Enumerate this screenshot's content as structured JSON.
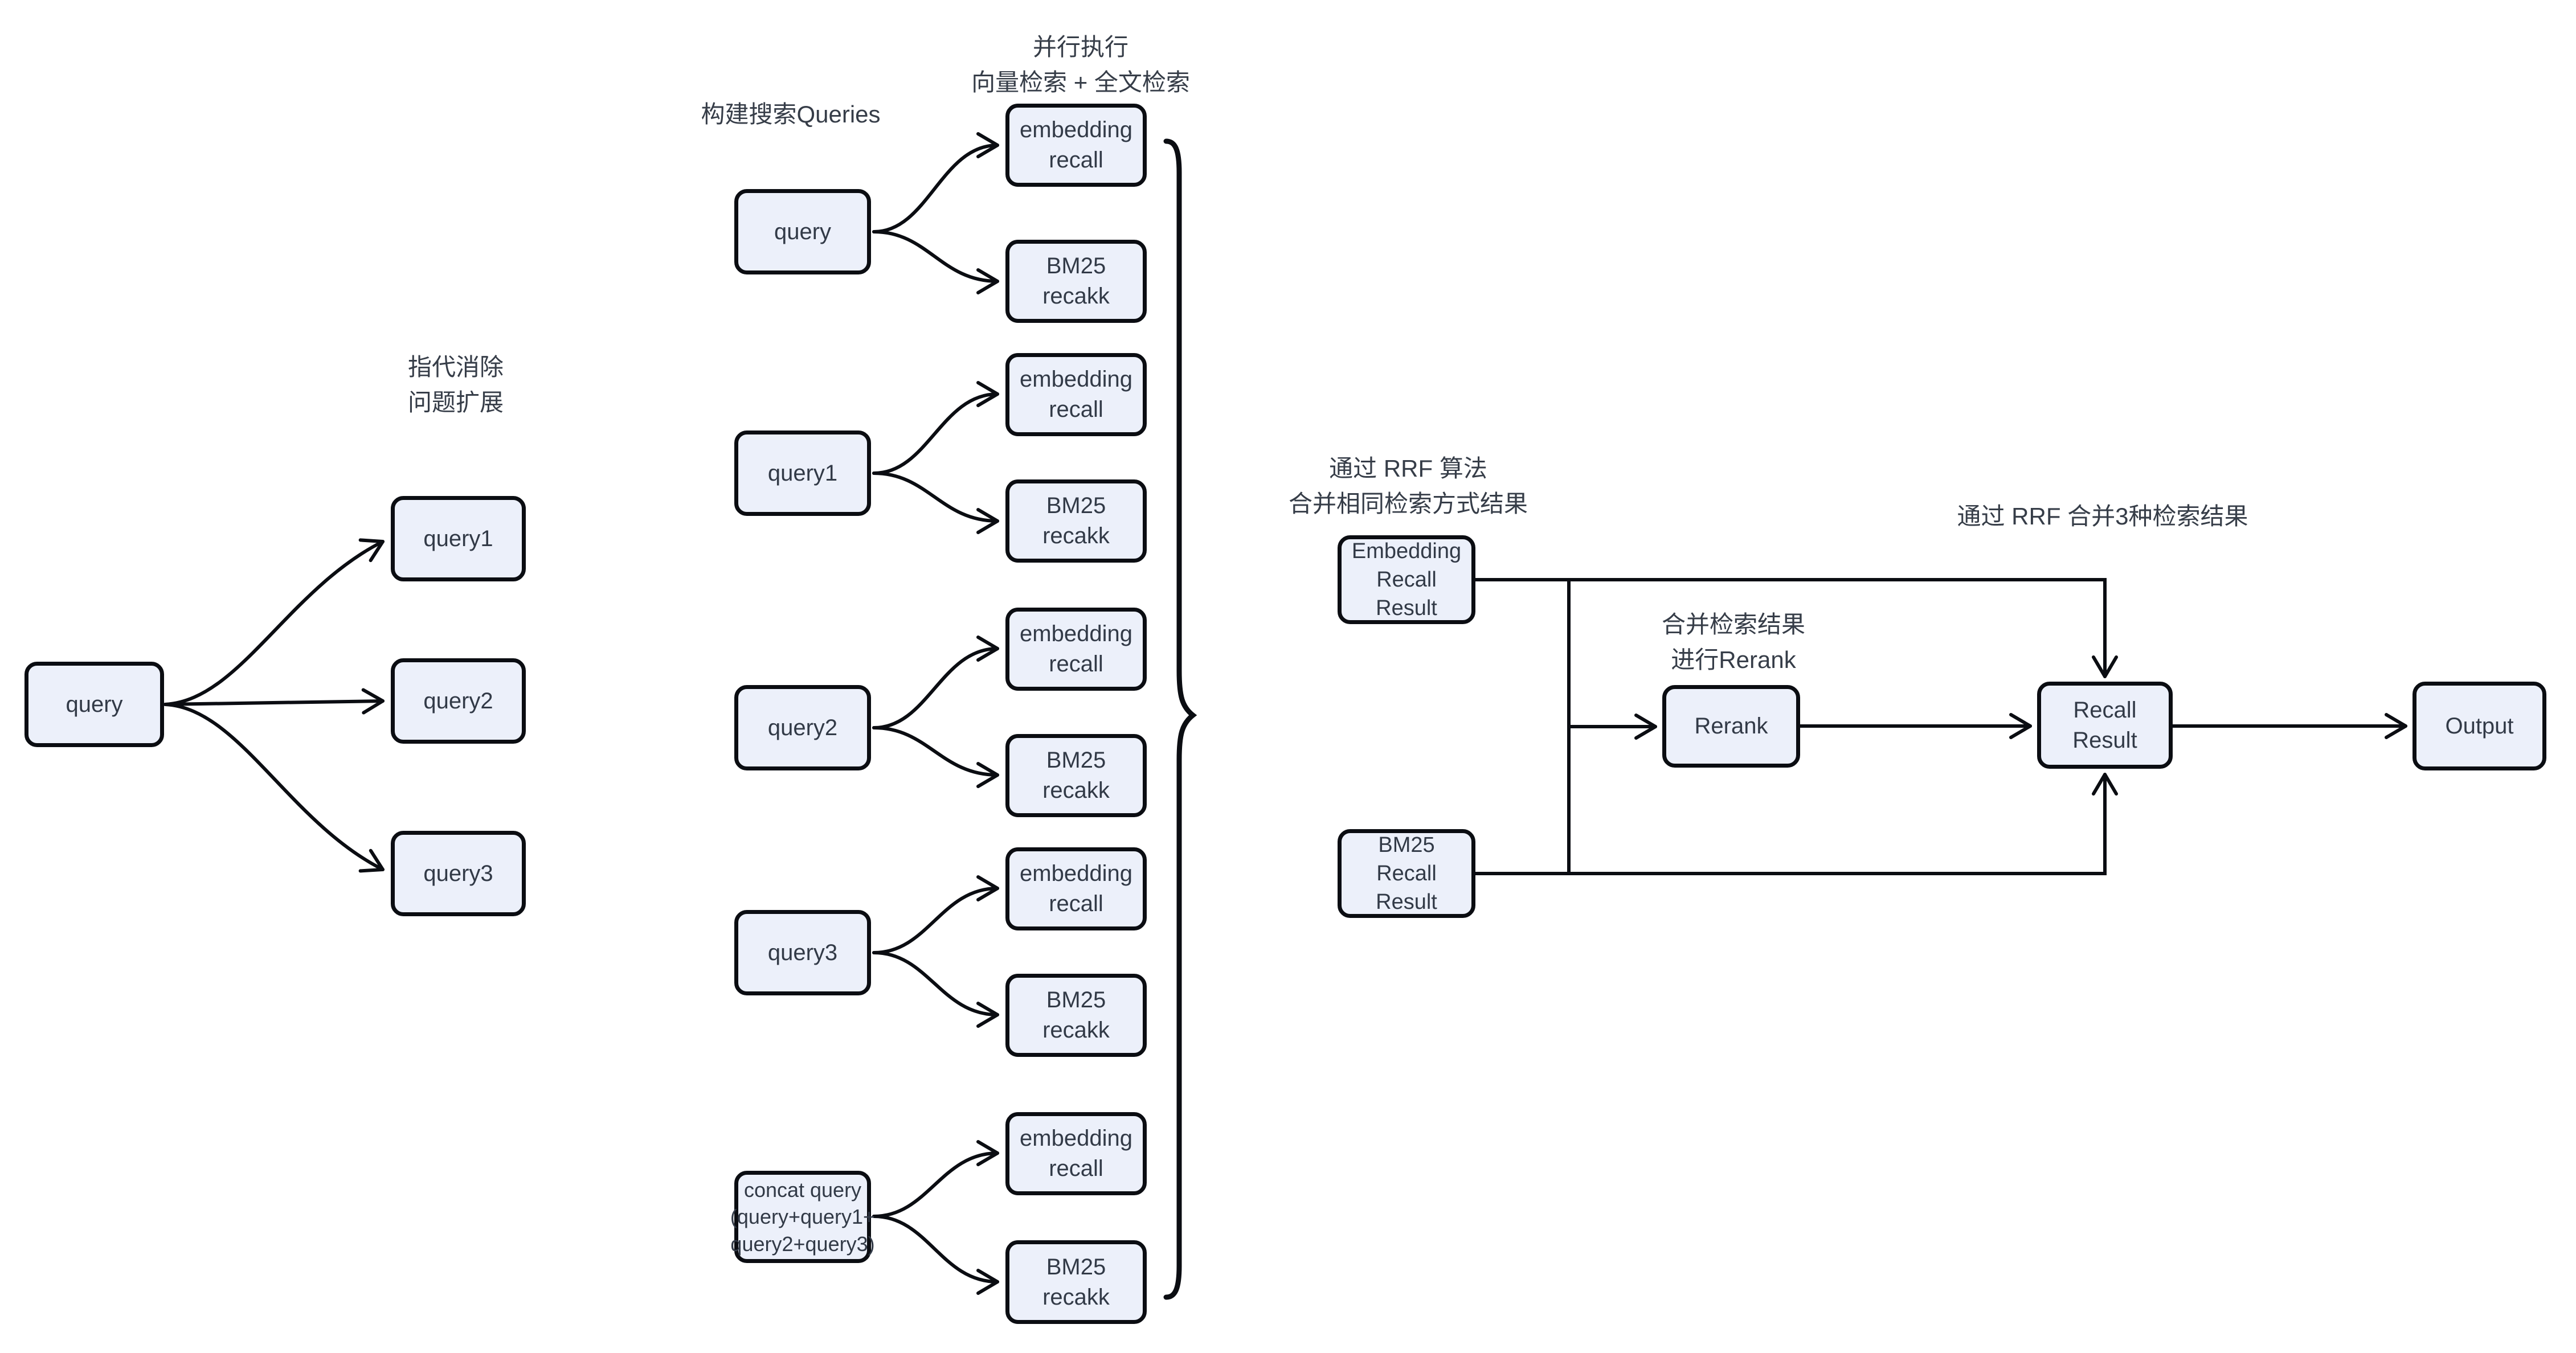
{
  "colors": {
    "background": "#ffffff",
    "node_fill": "#ecf0fa",
    "node_border": "#0b0d12",
    "node_text": "#323a47",
    "annotation_text": "#363d48",
    "connector": "#0b0d12"
  },
  "annotations": {
    "coref_expansion": "指代消除\n问题扩展",
    "build_queries": "构建搜索Queries",
    "parallel_exec": "并行执行\n向量检索 + 全文检索",
    "rrf_merge_same": "通过 RRF 算法\n合并相同检索方式结果",
    "merge_rerank": "合并检索结果\n进行Rerank",
    "rrf_merge_three": "通过 RRF 合并3种检索结果"
  },
  "expansion_flow": {
    "query": "query",
    "query1": "query1",
    "query2": "query2",
    "query3": "query3"
  },
  "retrieval_groups": [
    {
      "query": "query",
      "embedding": "embedding\nrecall",
      "bm25": "BM25\nrecakk"
    },
    {
      "query": "query1",
      "embedding": "embedding\nrecall",
      "bm25": "BM25\nrecakk"
    },
    {
      "query": "query2",
      "embedding": "embedding\nrecall",
      "bm25": "BM25\nrecakk"
    },
    {
      "query": "query3",
      "embedding": "embedding\nrecall",
      "bm25": "BM25\nrecakk"
    },
    {
      "query": "concat query\n(query+query1+\nquery2+query3)",
      "embedding": "embedding\nrecall",
      "bm25": "BM25\nrecakk"
    }
  ],
  "merge_flow": {
    "embedding_result": "Embedding\nRecall\nResult",
    "bm25_result": "BM25\nRecall\nResult",
    "rerank": "Rerank",
    "recall_result": "Recall\nResult",
    "output": "Output"
  }
}
